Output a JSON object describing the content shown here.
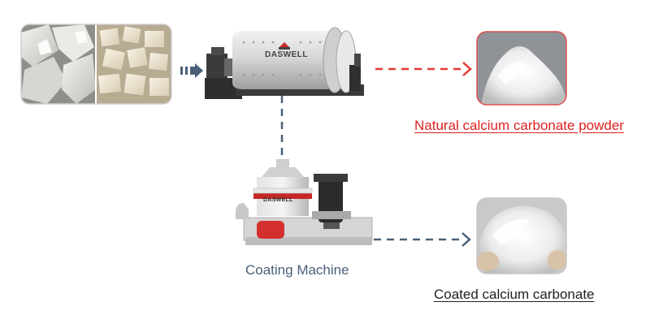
{
  "raw_material": {
    "left_photo_icon": "white-limestone-lumps-photo",
    "right_photo_icon": "crushed-calcium-carbonate-photo"
  },
  "ball_mill": {
    "brand": "DASWELL",
    "icon": "ball-mill-icon"
  },
  "coating_machine": {
    "brand": "DASWELL",
    "icon": "coating-machine-icon",
    "label": "Coating Machine"
  },
  "outputs": {
    "natural": {
      "label": "Natural calcium carbonate powder",
      "icon": "white-powder-photo"
    },
    "coated": {
      "label": "Coated calcium carbonate",
      "icon": "coated-powder-photo"
    }
  },
  "colors": {
    "red_flow": "#e53935",
    "blue_flow": "#4a6078",
    "frame": "#d9d9d9",
    "accent_red": "#c62828"
  }
}
